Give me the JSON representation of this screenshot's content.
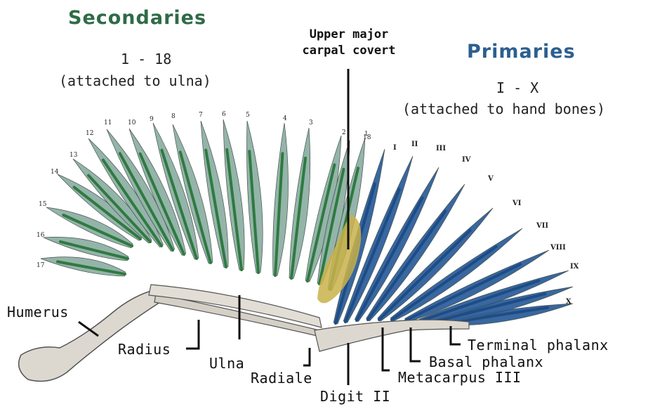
{
  "headings": {
    "secondaries": "Secondaries",
    "secondaries_range": "1 - 18",
    "secondaries_note": "(attached to ulna)",
    "primaries": "Primaries",
    "primaries_range": "I - X",
    "primaries_note": "(attached to hand bones)",
    "covert_line1": "Upper major",
    "covert_line2": "carpal covert"
  },
  "bone_labels": {
    "humerus": "Humerus",
    "radius": "Radius",
    "ulna": "Ulna",
    "radiale": "Radiale",
    "digit_ii": "Digit II",
    "metacarpus_iii": "Metacarpus III",
    "basal_phalanx": "Basal phalanx",
    "terminal_phalanx": "Terminal phalanx"
  },
  "secondary_numbers": [
    "1",
    "2",
    "3",
    "4",
    "5",
    "6",
    "7",
    "8",
    "9",
    "10",
    "11",
    "12",
    "13",
    "14",
    "15",
    "16",
    "17",
    "18"
  ],
  "primary_numbers": [
    "I",
    "II",
    "III",
    "IV",
    "V",
    "VI",
    "VII",
    "VIII",
    "IX",
    "X"
  ],
  "colors": {
    "secondaries_heading": "#2f6b47",
    "primaries_heading": "#2c5f8f",
    "secondary_feather": "#8fb0a6",
    "secondary_shaft": "#2f7a40",
    "primary_feather": "#2f5f9a",
    "primary_shaft": "#1e4c86",
    "covert": "#c9b24a",
    "bone": "#d8d4cc"
  }
}
